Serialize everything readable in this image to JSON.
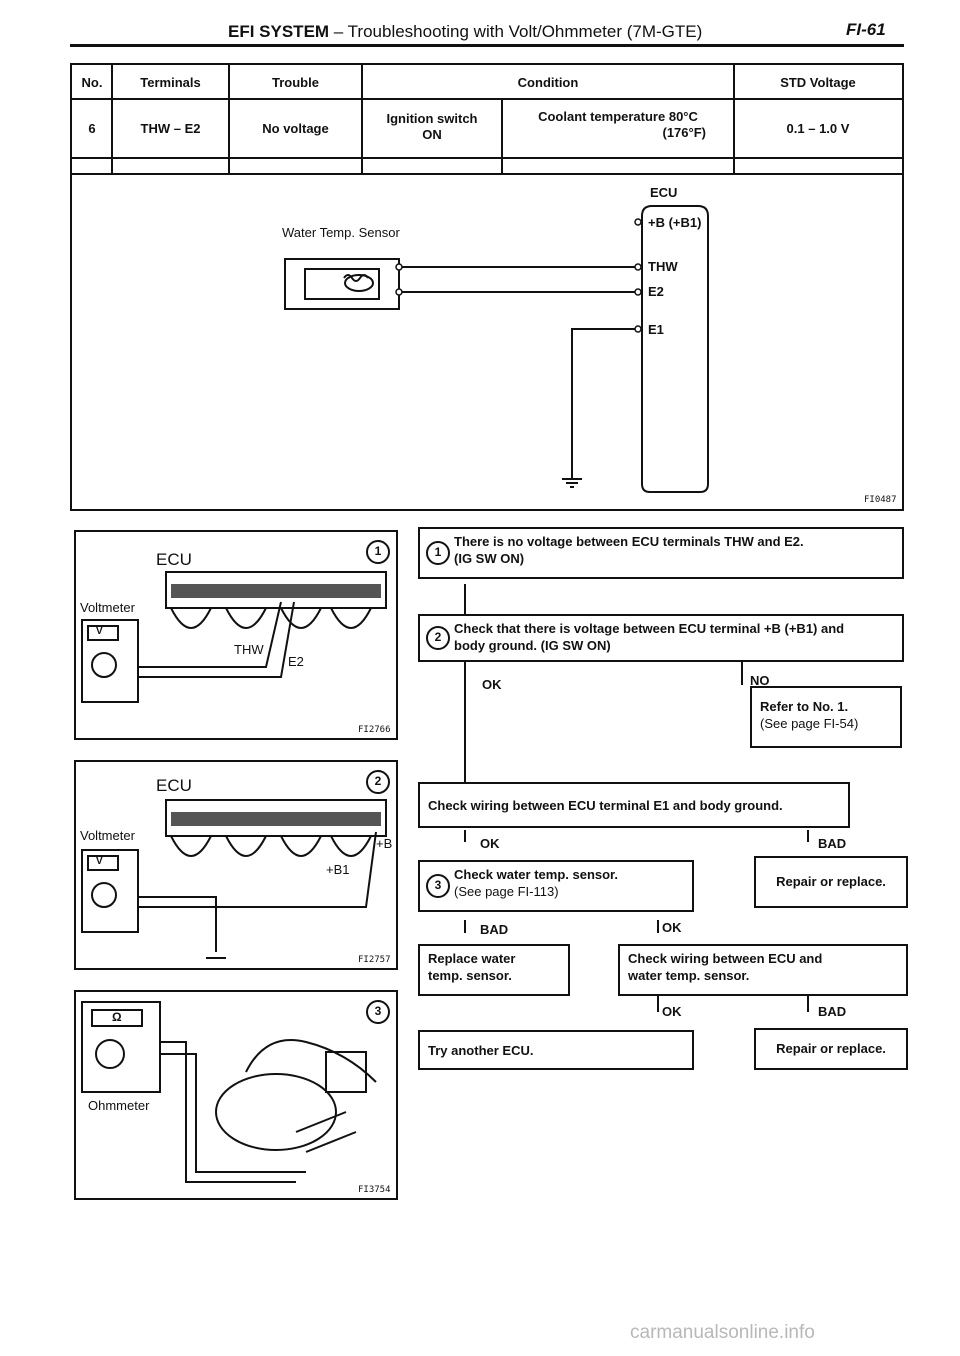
{
  "header": {
    "title_bold": "EFI SYSTEM",
    "title_rest": " – Troubleshooting with Volt/Ohmmeter (7M-GTE)",
    "page": "FI-61"
  },
  "table": {
    "headers": [
      "No.",
      "Terminals",
      "Trouble",
      "Condition",
      "STD Voltage"
    ],
    "row": {
      "no": "6",
      "terminals": "THW – E2",
      "trouble": "No voltage",
      "cond1_line1": "Ignition switch",
      "cond1_line2": "ON",
      "cond2_line1": "Coolant temperature 80°C",
      "cond2_line2": "(176°F)",
      "std": "0.1 – 1.0 V"
    }
  },
  "circuit": {
    "ecu": "ECU",
    "sensor": "Water Temp. Sensor",
    "t_b": "+B (+B1)",
    "t_thw": "THW",
    "t_e2": "E2",
    "t_e1": "E1",
    "code": "FI0487"
  },
  "pic1": {
    "num": "1",
    "ecu": "ECU",
    "meter": "Voltmeter",
    "v": "V",
    "thw": "THW",
    "e2": "E2",
    "code": "FI2766"
  },
  "pic2": {
    "num": "2",
    "ecu": "ECU",
    "meter": "Voltmeter",
    "v": "V",
    "b": "+B",
    "b1": "+B1",
    "code": "FI2757"
  },
  "pic3": {
    "num": "3",
    "meter": "Ohmmeter",
    "omega": "Ω",
    "code": "FI3754"
  },
  "flow": {
    "step1_num": "1",
    "step1_l1": "There is no voltage between ECU terminals THW and E2.",
    "step1_l2": "(IG SW ON)",
    "step2_num": "2",
    "step2_l1": "Check that there is voltage between ECU terminal +B (+B1) and",
    "step2_l2": "body ground. (IG SW ON)",
    "ok1": "OK",
    "no1": "NO",
    "refer_l1": "Refer to No. 1.",
    "refer_l2": "(See page FI-54)",
    "wiring_e1": "Check wiring between ECU terminal E1 and body ground.",
    "ok2": "OK",
    "bad2": "BAD",
    "step3_num": "3",
    "step3_l1": "Check water temp. sensor.",
    "step3_l2": "(See page FI-113)",
    "repair1": "Repair or replace.",
    "bad3": "BAD",
    "ok3": "OK",
    "replace_l1": "Replace water",
    "replace_l2": "temp. sensor.",
    "wiring_sensor_l1": "Check wiring between ECU and",
    "wiring_sensor_l2": "water temp. sensor.",
    "ok4": "OK",
    "bad4": "BAD",
    "try_ecu": "Try another ECU.",
    "repair2": "Repair or replace."
  },
  "watermark": "carmanualsonline.info"
}
